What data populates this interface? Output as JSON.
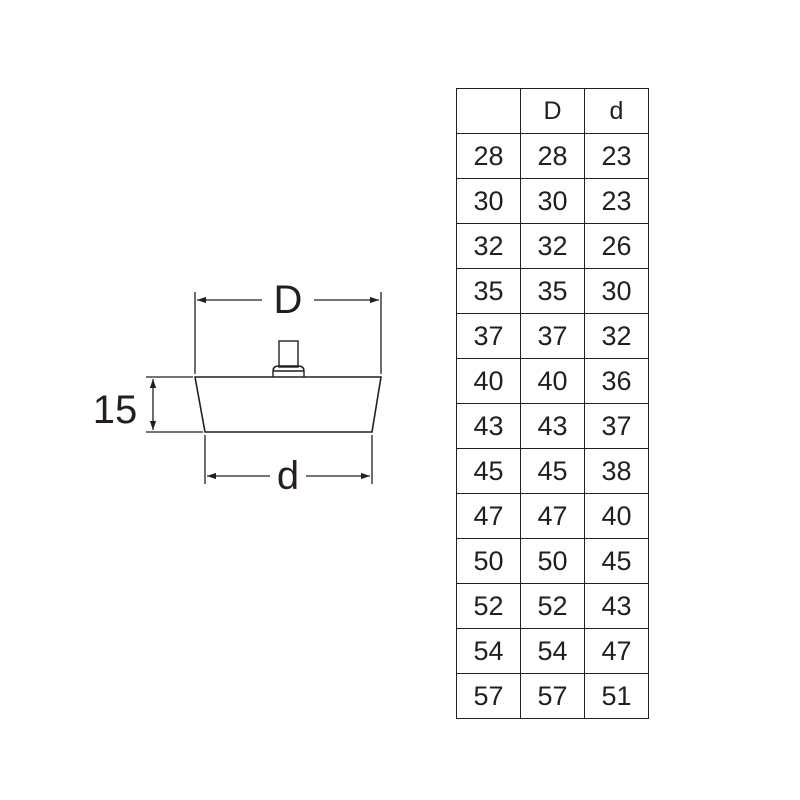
{
  "drawing": {
    "label_D": "D",
    "label_d": "d",
    "label_height": "15"
  },
  "table": {
    "headers": [
      "",
      "D",
      "d"
    ],
    "rows": [
      [
        "28",
        "28",
        "23"
      ],
      [
        "30",
        "30",
        "23"
      ],
      [
        "32",
        "32",
        "26"
      ],
      [
        "35",
        "35",
        "30"
      ],
      [
        "37",
        "37",
        "32"
      ],
      [
        "40",
        "40",
        "36"
      ],
      [
        "43",
        "43",
        "37"
      ],
      [
        "45",
        "45",
        "38"
      ],
      [
        "47",
        "47",
        "40"
      ],
      [
        "50",
        "50",
        "45"
      ],
      [
        "52",
        "52",
        "43"
      ],
      [
        "54",
        "54",
        "47"
      ],
      [
        "57",
        "57",
        "51"
      ]
    ]
  }
}
